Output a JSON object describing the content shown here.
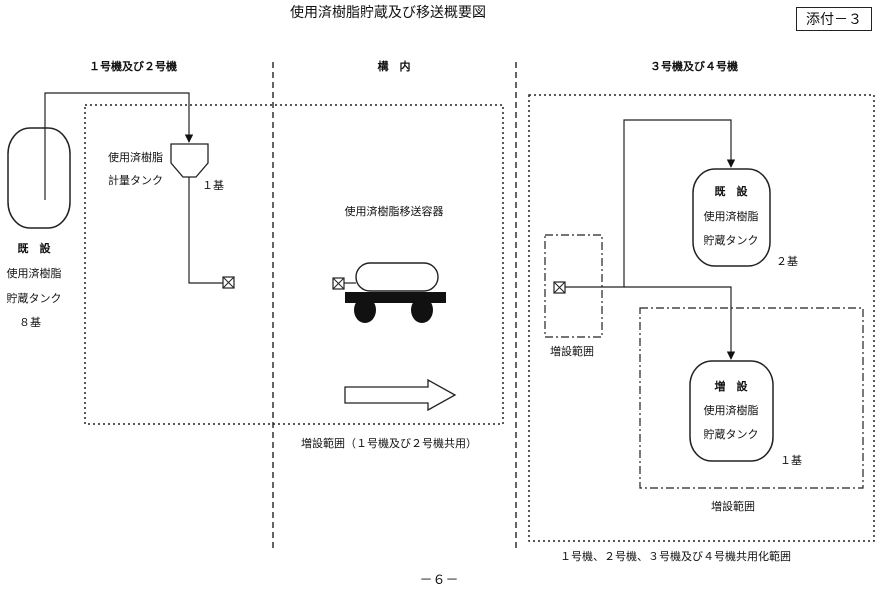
{
  "header": {
    "title": "使用済樹脂貯蔵及び移送概要図",
    "attachment_label": "添付－３"
  },
  "sections": {
    "units_1_2": "１号機及び２号機",
    "on_site": "構　内",
    "units_3_4": "３号機及び４号機"
  },
  "existing_tanks_units_1_2": {
    "line1": "既　設",
    "line2": "使用済樹脂",
    "line3": "貯蔵タンク",
    "count": "８基"
  },
  "measuring_tank": {
    "line1": "使用済樹脂",
    "line2": "計量タンク",
    "count": "１基"
  },
  "transfer_container": {
    "label": "使用済樹脂移送容器"
  },
  "existing_tanks_units_3_4": {
    "line1": "既　設",
    "line2": "使用済樹脂",
    "line3": "貯蔵タンク",
    "count": "２基"
  },
  "new_tank_units_3_4": {
    "line1": "増　設",
    "line2": "使用済樹脂",
    "line3": "貯蔵タンク",
    "count": "１基"
  },
  "areas": {
    "expansion_units_1_2": "増設範囲（１号機及び２号機共用）",
    "expansion_small": "増設範囲",
    "expansion_units_3_4": "増設範囲",
    "shared_units_1_4": "１号機、２号機、３号機及び４号機共用化範囲"
  },
  "footer": {
    "page_number": "－６－"
  }
}
